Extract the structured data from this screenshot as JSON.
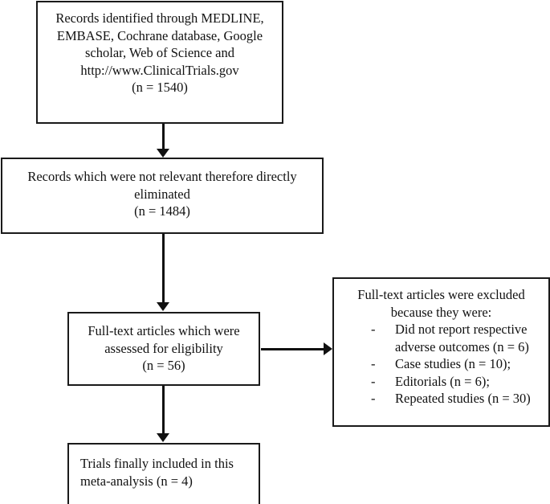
{
  "diagram": {
    "type": "prisma-flow-diagram",
    "orientation": "vertical",
    "stroke_color": "#1a1a1a",
    "background_color": "#ffffff",
    "text_color": "#111111"
  },
  "nodes": {
    "identification": {
      "id": "box-identification",
      "text": "Records identified through MEDLINE,\nEMBASE, Cochrane database, Google\nscholar, Web of Science and\nhttp://www.ClinicalTrials.gov\n(n = 1540)",
      "count_label": "(n = 1540)",
      "count": 1540,
      "align": "center"
    },
    "eliminated": {
      "id": "box-eliminated",
      "text": "Records which were not relevant therefore directly\neliminated\n(n = 1484)",
      "count_label": "(n = 1484)",
      "count": 1484,
      "align": "center"
    },
    "eligibility": {
      "id": "box-eligibility",
      "text": "Full-text articles which were\nassessed for eligibility\n(n = 56)",
      "count_label": "(n = 56)",
      "count": 56,
      "align": "center"
    },
    "excluded": {
      "id": "box-excluded",
      "heading": "Full-text articles were excluded\nbecause they were:",
      "marker": "-",
      "items": [
        {
          "text": "Did not report respective\nadverse outcomes (n = 6)",
          "count": 6
        },
        {
          "text": "Case studies (n = 10);",
          "count": 10
        },
        {
          "text": "Editorials (n = 6);",
          "count": 6
        },
        {
          "text": "Repeated studies (n = 30)",
          "count": 30
        }
      ],
      "align": "left"
    },
    "included": {
      "id": "box-included",
      "text": "Trials finally included in this\nmeta-analysis (n = 4)",
      "count_label": "(n = 4)",
      "count": 4,
      "align": "left"
    }
  },
  "edges": [
    {
      "name": "identification-to-eliminated",
      "from": "identification",
      "to": "eliminated",
      "direction": "down"
    },
    {
      "name": "eliminated-to-eligibility",
      "from": "eliminated",
      "to": "eligibility",
      "direction": "down"
    },
    {
      "name": "eligibility-to-included",
      "from": "eligibility",
      "to": "included",
      "direction": "down"
    },
    {
      "name": "eligibility-to-excluded",
      "from": "eligibility",
      "to": "excluded",
      "direction": "right"
    }
  ]
}
